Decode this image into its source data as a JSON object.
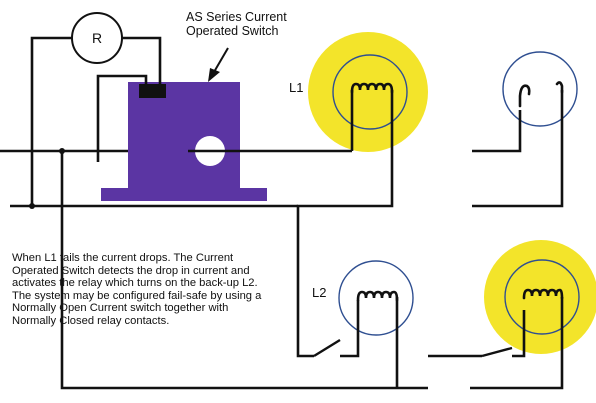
{
  "callout": {
    "line1": "AS Series Current",
    "line2": "Operated Switch"
  },
  "labels": {
    "relay": "R",
    "lamp1": "L1",
    "lamp2": "L2"
  },
  "description": {
    "para1": "When L1 fails the current drops. The Current Operated Switch detects the drop in current and activates the relay which turns on the back-up L2.",
    "para2": "The system may be configured fail-safe by using a Normally Open Current switch together with Normally Closed relay contacts."
  },
  "colors": {
    "switch_body": "#5b35a3",
    "lamp_glow": "#f3e42a",
    "lamp_globe": "#2f4f91",
    "wire": "#111111"
  }
}
